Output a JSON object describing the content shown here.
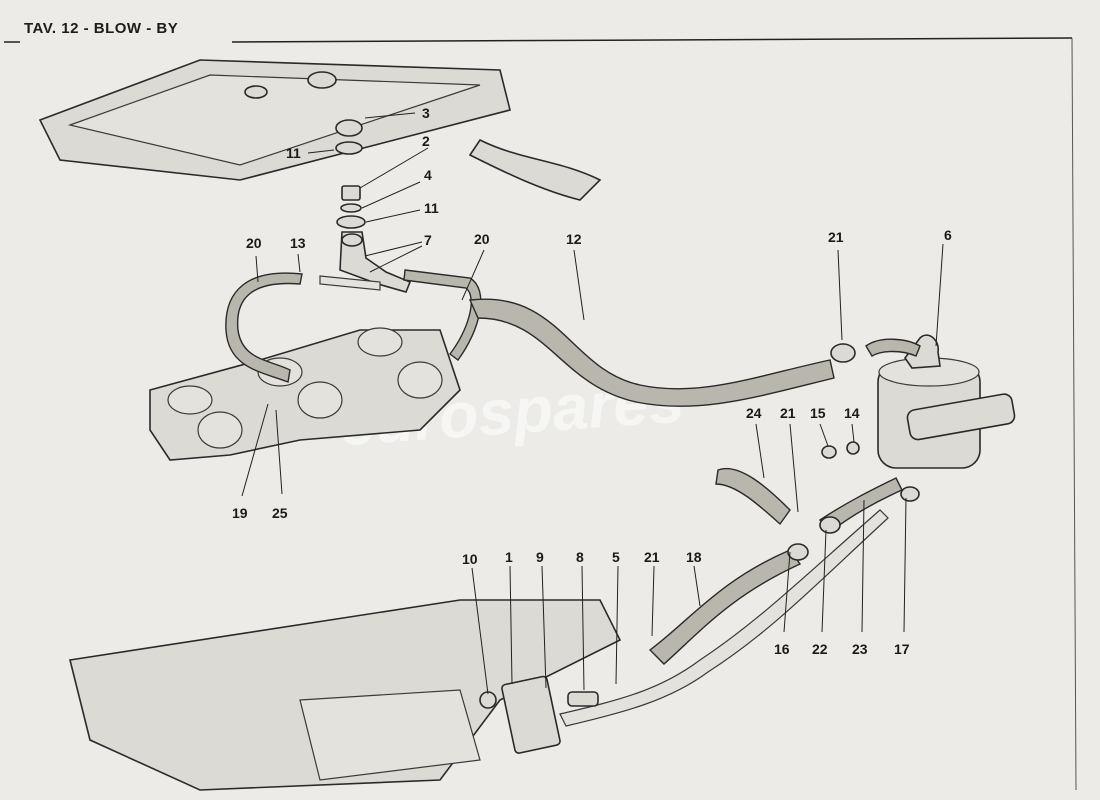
{
  "title": "TAV. 12 - BLOW - BY",
  "watermark": "eurospares",
  "callouts": [
    {
      "id": "c3",
      "label": "3"
    },
    {
      "id": "c2",
      "label": "2"
    },
    {
      "id": "c11a",
      "label": "11"
    },
    {
      "id": "c4",
      "label": "4"
    },
    {
      "id": "c11b",
      "label": "11"
    },
    {
      "id": "c7",
      "label": "7"
    },
    {
      "id": "c20a",
      "label": "20"
    },
    {
      "id": "c13",
      "label": "13"
    },
    {
      "id": "c20b",
      "label": "20"
    },
    {
      "id": "c12",
      "label": "12"
    },
    {
      "id": "c21a",
      "label": "21"
    },
    {
      "id": "c6",
      "label": "6"
    },
    {
      "id": "c24",
      "label": "24"
    },
    {
      "id": "c21b",
      "label": "21"
    },
    {
      "id": "c15",
      "label": "15"
    },
    {
      "id": "c14",
      "label": "14"
    },
    {
      "id": "c19",
      "label": "19"
    },
    {
      "id": "c25",
      "label": "25"
    },
    {
      "id": "c10",
      "label": "10"
    },
    {
      "id": "c1",
      "label": "1"
    },
    {
      "id": "c9",
      "label": "9"
    },
    {
      "id": "c8",
      "label": "8"
    },
    {
      "id": "c5",
      "label": "5"
    },
    {
      "id": "c21c",
      "label": "21"
    },
    {
      "id": "c18",
      "label": "18"
    },
    {
      "id": "c16",
      "label": "16"
    },
    {
      "id": "c22",
      "label": "22"
    },
    {
      "id": "c23",
      "label": "23"
    },
    {
      "id": "c17",
      "label": "17"
    }
  ]
}
